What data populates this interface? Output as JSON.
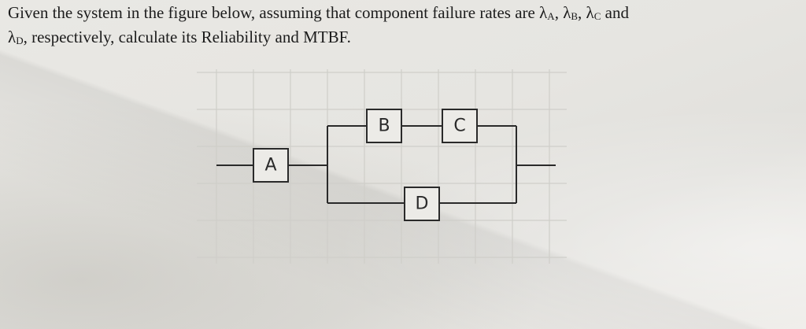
{
  "question": {
    "line1_prefix": "Given the system in the figure below, assuming that component failure rates are ",
    "lambda": "λ",
    "subscripts": [
      "A",
      "B",
      "C",
      "D"
    ],
    "sep": ", ",
    "and": " and",
    "line2_suffix": ", respectively, calculate its Reliability and MTBF."
  },
  "diagram": {
    "components": [
      {
        "id": "A",
        "label": "A"
      },
      {
        "id": "B",
        "label": "B"
      },
      {
        "id": "C",
        "label": "C"
      },
      {
        "id": "D",
        "label": "D"
      }
    ]
  }
}
